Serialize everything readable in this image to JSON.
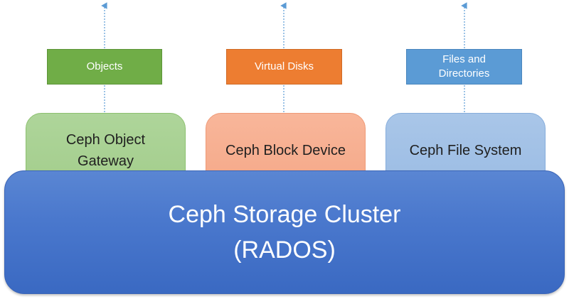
{
  "colors": {
    "objects_fill": "#70ad47",
    "virtual_disks_fill": "#ed7d31",
    "files_fill": "#5b9bd5",
    "gateway_fill": "#a9d18e",
    "block_fill": "#f8b09a",
    "filesystem_fill": "#a3c1e6",
    "cluster_fill": "#4472c4",
    "arrow": "#5b9bd5"
  },
  "interfaces": {
    "objects": "Objects",
    "virtual_disks": "Virtual Disks",
    "files": "Files and\nDirectories"
  },
  "components": {
    "gateway": "Ceph Object\nGateway",
    "block": "Ceph Block Device",
    "filesystem": "Ceph File System"
  },
  "cluster": {
    "line1": "Ceph Storage Cluster",
    "line2": "(RADOS)"
  }
}
